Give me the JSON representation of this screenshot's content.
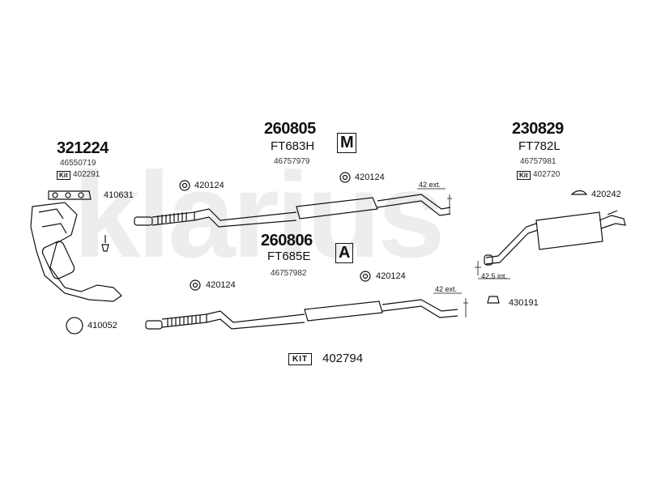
{
  "watermark": "klarius",
  "groups": {
    "front": {
      "part": "321224",
      "oe": "46550719",
      "kit": "402291"
    },
    "middle_top": {
      "part": "260805",
      "ref": "FT683H",
      "oe": "46757979",
      "badge": "M"
    },
    "middle_bottom": {
      "part": "260806",
      "ref": "FT685E",
      "oe": "46757982",
      "badge": "A"
    },
    "rear": {
      "part": "230829",
      "ref": "FT782L",
      "oe": "46757981",
      "kit": "402720"
    }
  },
  "kit_label": "KIT",
  "small_kit_label": "Kit",
  "labels": {
    "l410631": "410631",
    "l410052": "410052",
    "l420124_a": "420124",
    "l420124_b": "420124",
    "l420124_c": "420124",
    "l420124_d": "420124",
    "l420242": "420242",
    "l430191": "430191",
    "ext_top": "42 ext.",
    "ext_bottom": "42 ext.",
    "int_rear": "42.5 int."
  },
  "main_kit": "402794",
  "colors": {
    "ink": "#111111",
    "watermark": "#000000"
  }
}
